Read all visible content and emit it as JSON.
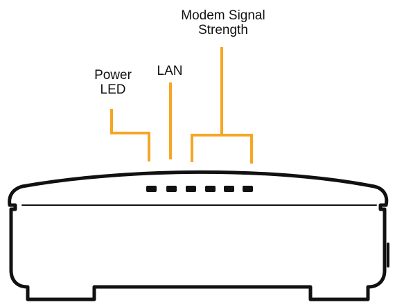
{
  "labels": {
    "power_led": {
      "line1": "Power",
      "line2": "LED"
    },
    "lan": {
      "text": "LAN"
    },
    "modem_signal": {
      "line1": "Modem Signal",
      "line2": "Strength"
    }
  },
  "indicator_count": 6,
  "colors": {
    "callout_line": "#F5A623",
    "device_outline": "#111111",
    "background": "#FFFFFF"
  }
}
